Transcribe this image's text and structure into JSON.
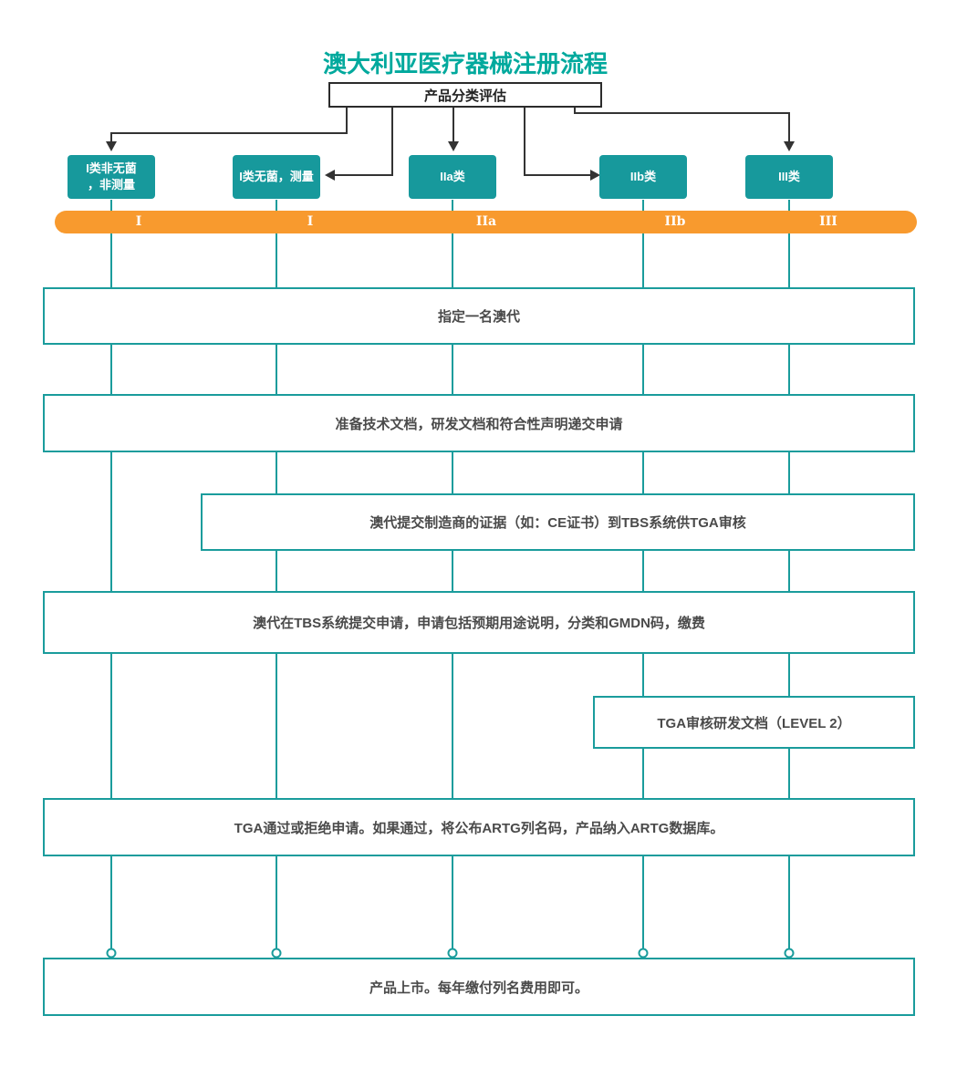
{
  "title": "澳大利亚医疗器械注册流程",
  "colors": {
    "teal": "#17999C",
    "line_teal": "#1A9C9C",
    "orange": "#F89A2E",
    "title_teal": "#00A99D",
    "connector_black": "#333333",
    "step_text": "#4A4A4A"
  },
  "top_box": {
    "label": "产品分类评估"
  },
  "class_boxes": [
    {
      "label": "I类非无菌\n，非测量"
    },
    {
      "label": "I类无菌，测量"
    },
    {
      "label": "IIa类"
    },
    {
      "label": "IIb类"
    },
    {
      "label": "III类"
    }
  ],
  "track_labels": [
    "I",
    "I",
    "IIa",
    "IIb",
    "III"
  ],
  "steps": [
    {
      "label": "指定一名澳代"
    },
    {
      "label": "准备技术文档，研发文档和符合性声明递交申请"
    },
    {
      "label": "澳代提交制造商的证据（如：CE证书）到TBS系统供TGA审核"
    },
    {
      "label": "澳代在TBS系统提交申请，申请包括预期用途说明，分类和GMDN码，缴费"
    },
    {
      "label": "TGA审核研发文档（LEVEL 2）"
    },
    {
      "label": "TGA通过或拒绝申请。如果通过，将公布ARTG列名码，产品纳入ARTG数据库。"
    },
    {
      "label": "产品上市。每年缴付列名费用即可。"
    }
  ]
}
